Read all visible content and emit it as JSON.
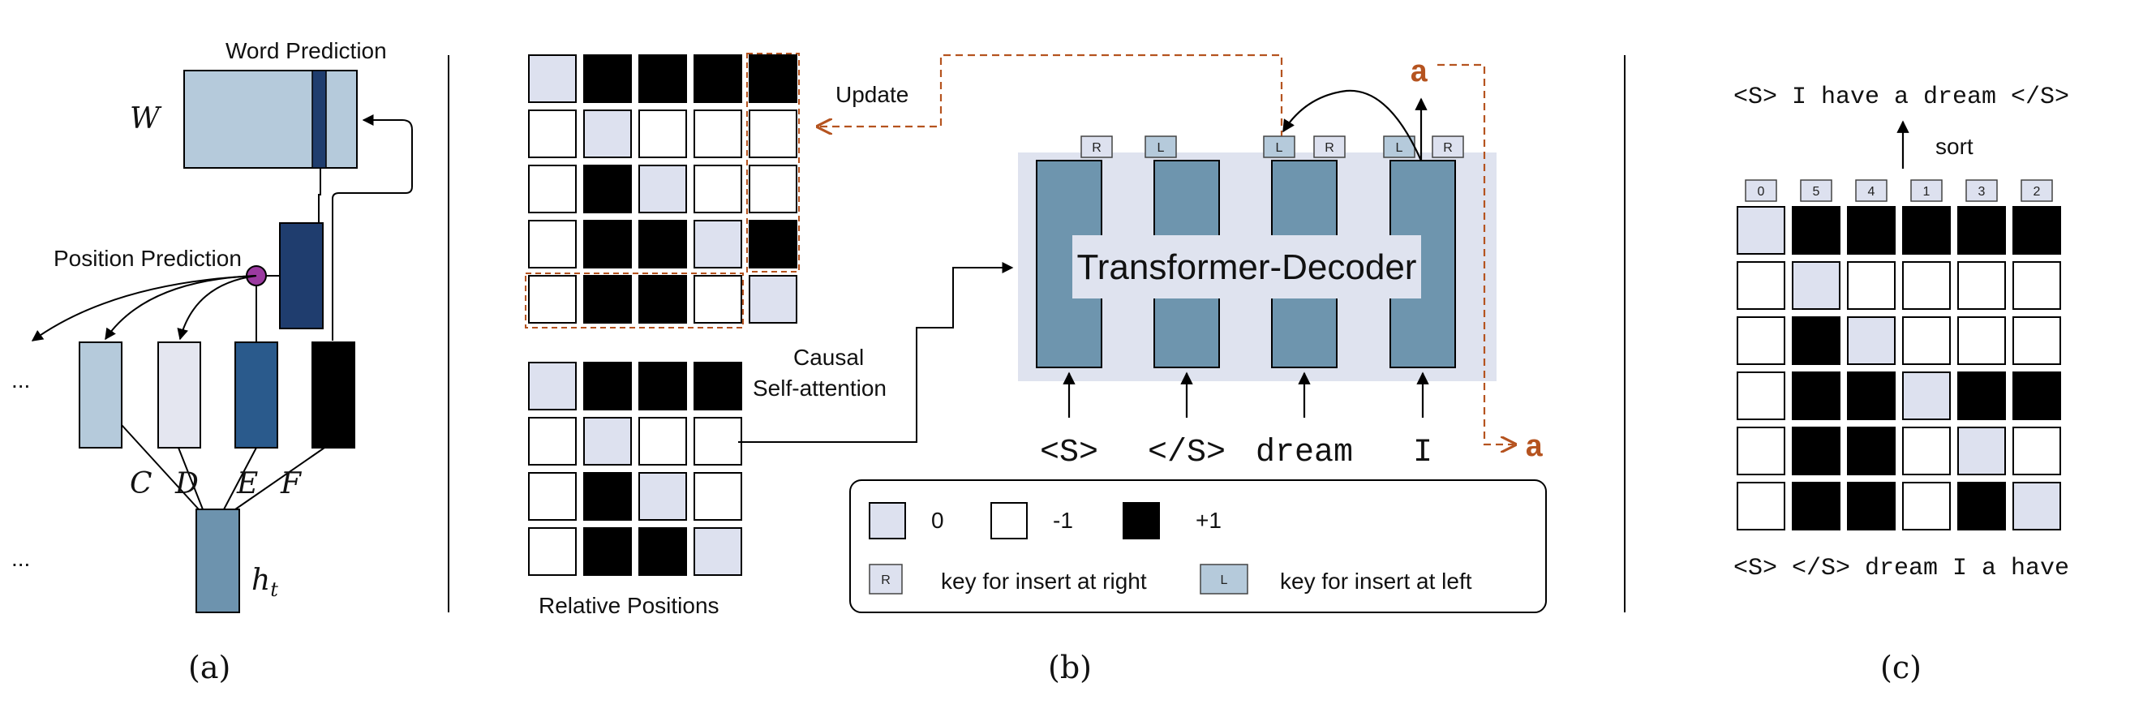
{
  "panel_a": {
    "word_prediction_label": "Word Prediction",
    "w_label": "W",
    "position_prediction_label": "Position Prediction",
    "ellipsis_top": "...",
    "ellipsis_bottom": "...",
    "c_label": "C",
    "d_label": "D",
    "e_label": "E",
    "f_label": "F",
    "h_label": "h",
    "h_sub": "t",
    "caption": "(a)"
  },
  "panel_b": {
    "update_label": "Update",
    "causal_line1": "Causal",
    "causal_line2": "Self-attention",
    "relative_positions_label": "Relative Positions",
    "decoder_label": "Transformer-Decoder",
    "output_token": "a",
    "side_token": "a",
    "input_tokens": [
      "<S>",
      "</S>",
      "dream",
      "I"
    ],
    "key_badges": [
      "R",
      "L",
      "L",
      "R",
      "L",
      "R"
    ],
    "legend": {
      "zero": "0",
      "neg_one": "-1",
      "pos_one": "+1",
      "r_badge": "R",
      "l_badge": "L",
      "right_text": "key for insert at right",
      "left_text": "key for insert at left"
    },
    "caption": "(b)",
    "matrix_top": [
      [
        0,
        1,
        1,
        1,
        1
      ],
      [
        -1,
        0,
        -1,
        -1,
        -1
      ],
      [
        -1,
        1,
        0,
        -1,
        -1
      ],
      [
        -1,
        1,
        1,
        0,
        1
      ],
      [
        -1,
        1,
        1,
        -1,
        0
      ]
    ],
    "matrix_bottom": [
      [
        0,
        1,
        1,
        1
      ],
      [
        -1,
        0,
        -1,
        -1
      ],
      [
        -1,
        1,
        0,
        -1
      ],
      [
        -1,
        1,
        1,
        0
      ]
    ]
  },
  "panel_c": {
    "sorted_sentence": "<S> I have a dream </S>",
    "sort_label": "sort",
    "position_numbers": [
      "0",
      "5",
      "4",
      "1",
      "3",
      "2"
    ],
    "bottom_sentence": "<S> </S> dream I a have",
    "caption": "(c)",
    "matrix": [
      [
        0,
        1,
        1,
        1,
        1,
        1
      ],
      [
        -1,
        0,
        -1,
        -1,
        -1,
        -1
      ],
      [
        -1,
        1,
        0,
        -1,
        -1,
        -1
      ],
      [
        -1,
        1,
        1,
        0,
        1,
        1
      ],
      [
        -1,
        1,
        1,
        -1,
        0,
        -1
      ],
      [
        -1,
        1,
        1,
        -1,
        1,
        0
      ]
    ]
  },
  "colors": {
    "zero_fill": "#dde1ef",
    "neg_fill": "#ffffff",
    "pos_fill": "#000000",
    "decoder_bg": "#dfe3ef",
    "decoder_col": "#6e95ae",
    "orange": "#b5531f",
    "purple": "#9b3aa0",
    "navy": "#1f3d6e",
    "mid_blue": "#2a5a8c",
    "light_blue": "#b5cadb",
    "lighter_blue": "#e4e6f0",
    "h_blue": "#6d93ae"
  }
}
